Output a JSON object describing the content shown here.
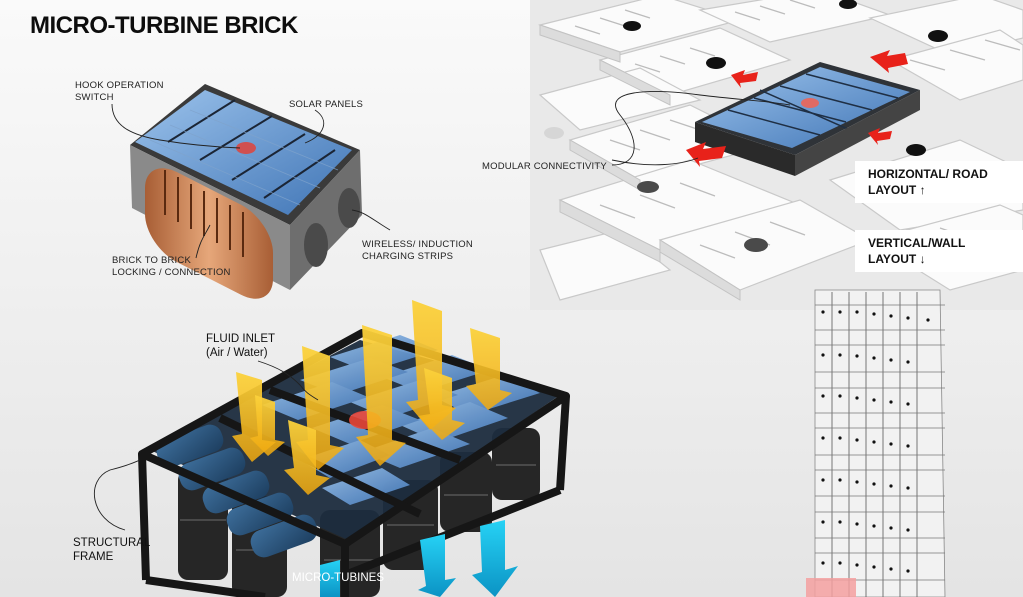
{
  "title": "MICRO-TURBINE BRICK",
  "labels": {
    "hook_switch": [
      "HOOK OPERATION",
      "SWITCH"
    ],
    "solar_panels": "SOLAR PANELS",
    "brick_locking": [
      "BRICK TO BRICK",
      "LOCKING / CONNECTION"
    ],
    "wireless": [
      "WIRELESS/ INDUCTION",
      "CHARGING STRIPS"
    ],
    "modular": "MODULAR CONNECTIVITY",
    "fluid_inlet": [
      "FLUID INLET",
      "(Air / Water)"
    ],
    "structural_frame": [
      "STRUCTURAL",
      "FRAME"
    ],
    "micro_turbines": "MICRO-TUBINES"
  },
  "layouts": {
    "horizontal": [
      "HORIZONTAL/ ROAD",
      "LAYOUT ↑"
    ],
    "vertical": [
      "VERTICAL/WALL",
      "LAYOUT ↓"
    ]
  },
  "colors": {
    "solar": "#5b8fc9",
    "accent_red": "#e8221a",
    "arrow_yellow": "#f5c518",
    "arrow_cyan": "#1ab8e0",
    "frame": "#1a1a1a"
  }
}
